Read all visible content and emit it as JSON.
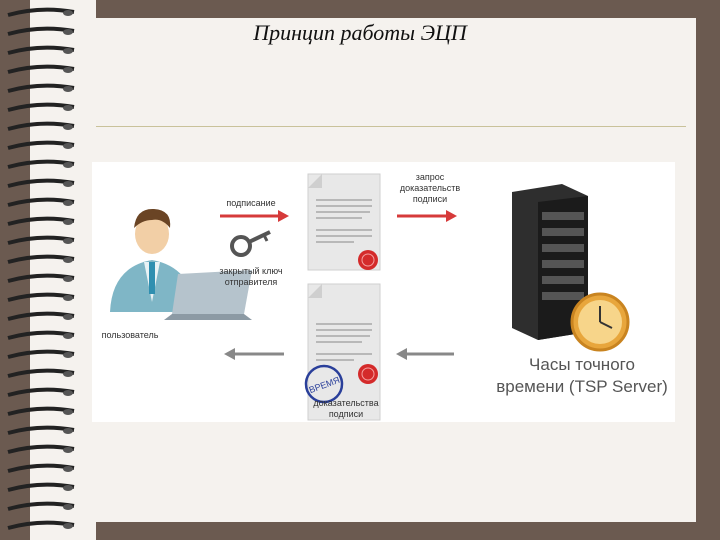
{
  "title": "Принцип работы ЭЦП",
  "diagram": {
    "signing": "подписание",
    "closed_key": "закрытый ключ отправителя",
    "user": "пользователь",
    "request": "запрос доказательств подписи",
    "evidence": "доказательства подписи",
    "stamp": "ВРЕМЯ",
    "tsp_line1": "Часы точного",
    "tsp_line2": "времени (TSP Server)"
  },
  "colors": {
    "arrow_red": "#d63a3a",
    "arrow_gray": "#888888",
    "seal": "#d42a2a",
    "stamp_blue": "#2a3f9a",
    "frame": "#6b5a50"
  }
}
